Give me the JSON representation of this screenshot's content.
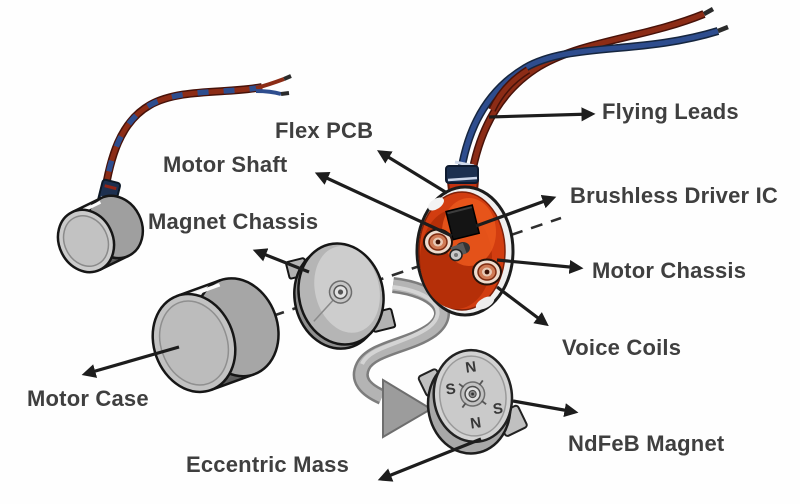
{
  "labels": {
    "flex_pcb": "Flex PCB",
    "motor_shaft": "Motor Shaft",
    "magnet_chassis": "Magnet Chassis",
    "motor_case": "Motor Case",
    "eccentric_mass": "Eccentric Mass",
    "flying_leads": "Flying Leads",
    "brushless_driver_ic": "Brushless Driver IC",
    "motor_chassis": "Motor Chassis",
    "voice_coils": "Voice Coils",
    "ndfeb_magnet": "NdFeB Magnet"
  },
  "magnet_poles": {
    "top": "N",
    "left": "S",
    "right": "S",
    "bottom": "N"
  },
  "colors": {
    "chassis_red": "#d23d10",
    "chassis_red_dark": "#b52f08",
    "chassis_red_light": "#e9561c",
    "wire_red": "#8c2c16",
    "wire_red_dark": "#471209",
    "wire_blue": "#2e4d8e",
    "wire_blue_dark": "#16263f",
    "label_text": "#3f3f3f",
    "arrow_black": "#1d1d1d"
  }
}
